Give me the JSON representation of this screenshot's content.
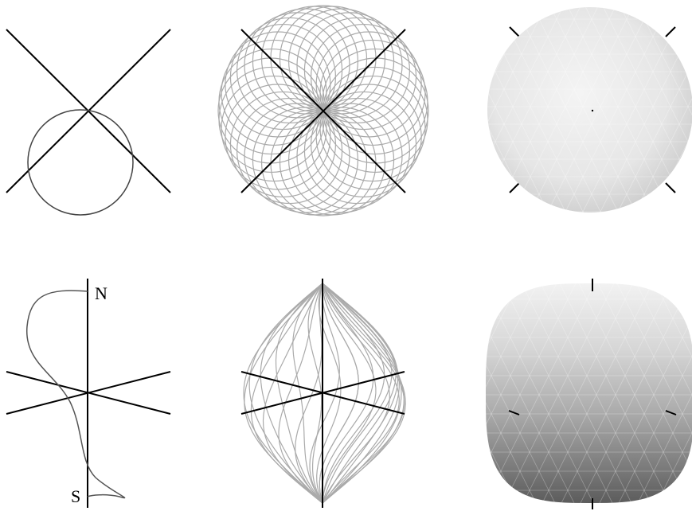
{
  "panels": [
    {
      "id": "top-left",
      "content": "circle-with-crossed-axes"
    },
    {
      "id": "top-middle",
      "content": "circle-family-rosette"
    },
    {
      "id": "top-right",
      "content": "shaded-sphere-top-view"
    },
    {
      "id": "bottom-left",
      "content": "curve-with-poles"
    },
    {
      "id": "bottom-middle",
      "content": "curve-family-side-view"
    },
    {
      "id": "bottom-right",
      "content": "shaded-sphere-side-view"
    }
  ],
  "labels": {
    "north": "N",
    "south": "S"
  },
  "colors": {
    "axis": "#000000",
    "curve_dark": "#444444",
    "curve_light": "#aaaaaa",
    "sphere_light": "#f2f2f2",
    "sphere_dark": "#5e5e5e"
  }
}
